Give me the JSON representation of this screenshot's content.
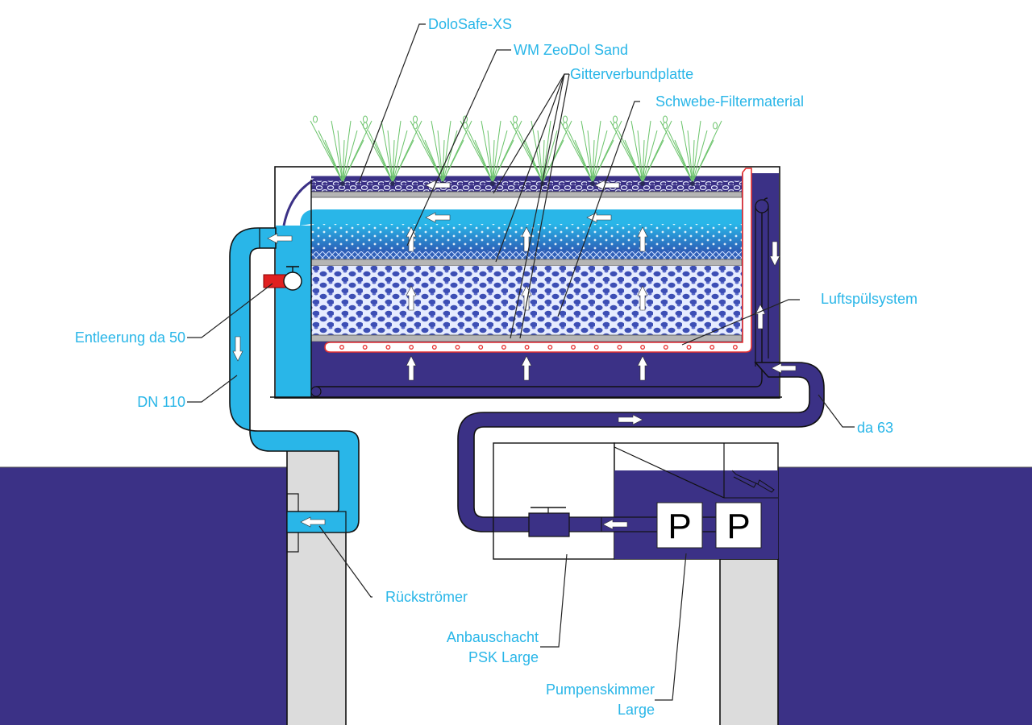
{
  "diagram": {
    "title": "Filter system schematic with pump skimmer",
    "colors": {
      "pond_water": "#3b3186",
      "clean_water": "#29b6e8",
      "wall": "#dcdcdc",
      "plate": "#b5b5b5",
      "drain_valve": "#e02020",
      "air_line": "#e63030",
      "plants": "#6cc46c",
      "label": "#29b6e8"
    },
    "labels": {
      "dolosafe": "DoloSafe-XS",
      "zeodol": "WM ZeoDol Sand",
      "gitter": "Gitterverbundplatte",
      "schwebe": "Schwebe-Filtermaterial",
      "luft": "Luftspülsystem",
      "entleerung": "Entleerung da 50",
      "dn110": "DN 110",
      "da63": "da 63",
      "rueck": "Rückströmer",
      "anbau_line1": "Anbauschacht",
      "anbau_line2": "PSK Large",
      "pump_line1": "Pumpenskimmer",
      "pump_line2": "Large"
    },
    "pumps": [
      {
        "symbol": "P"
      },
      {
        "symbol": "P"
      }
    ],
    "plant_count": 8,
    "air_nozzle_count": 18
  }
}
